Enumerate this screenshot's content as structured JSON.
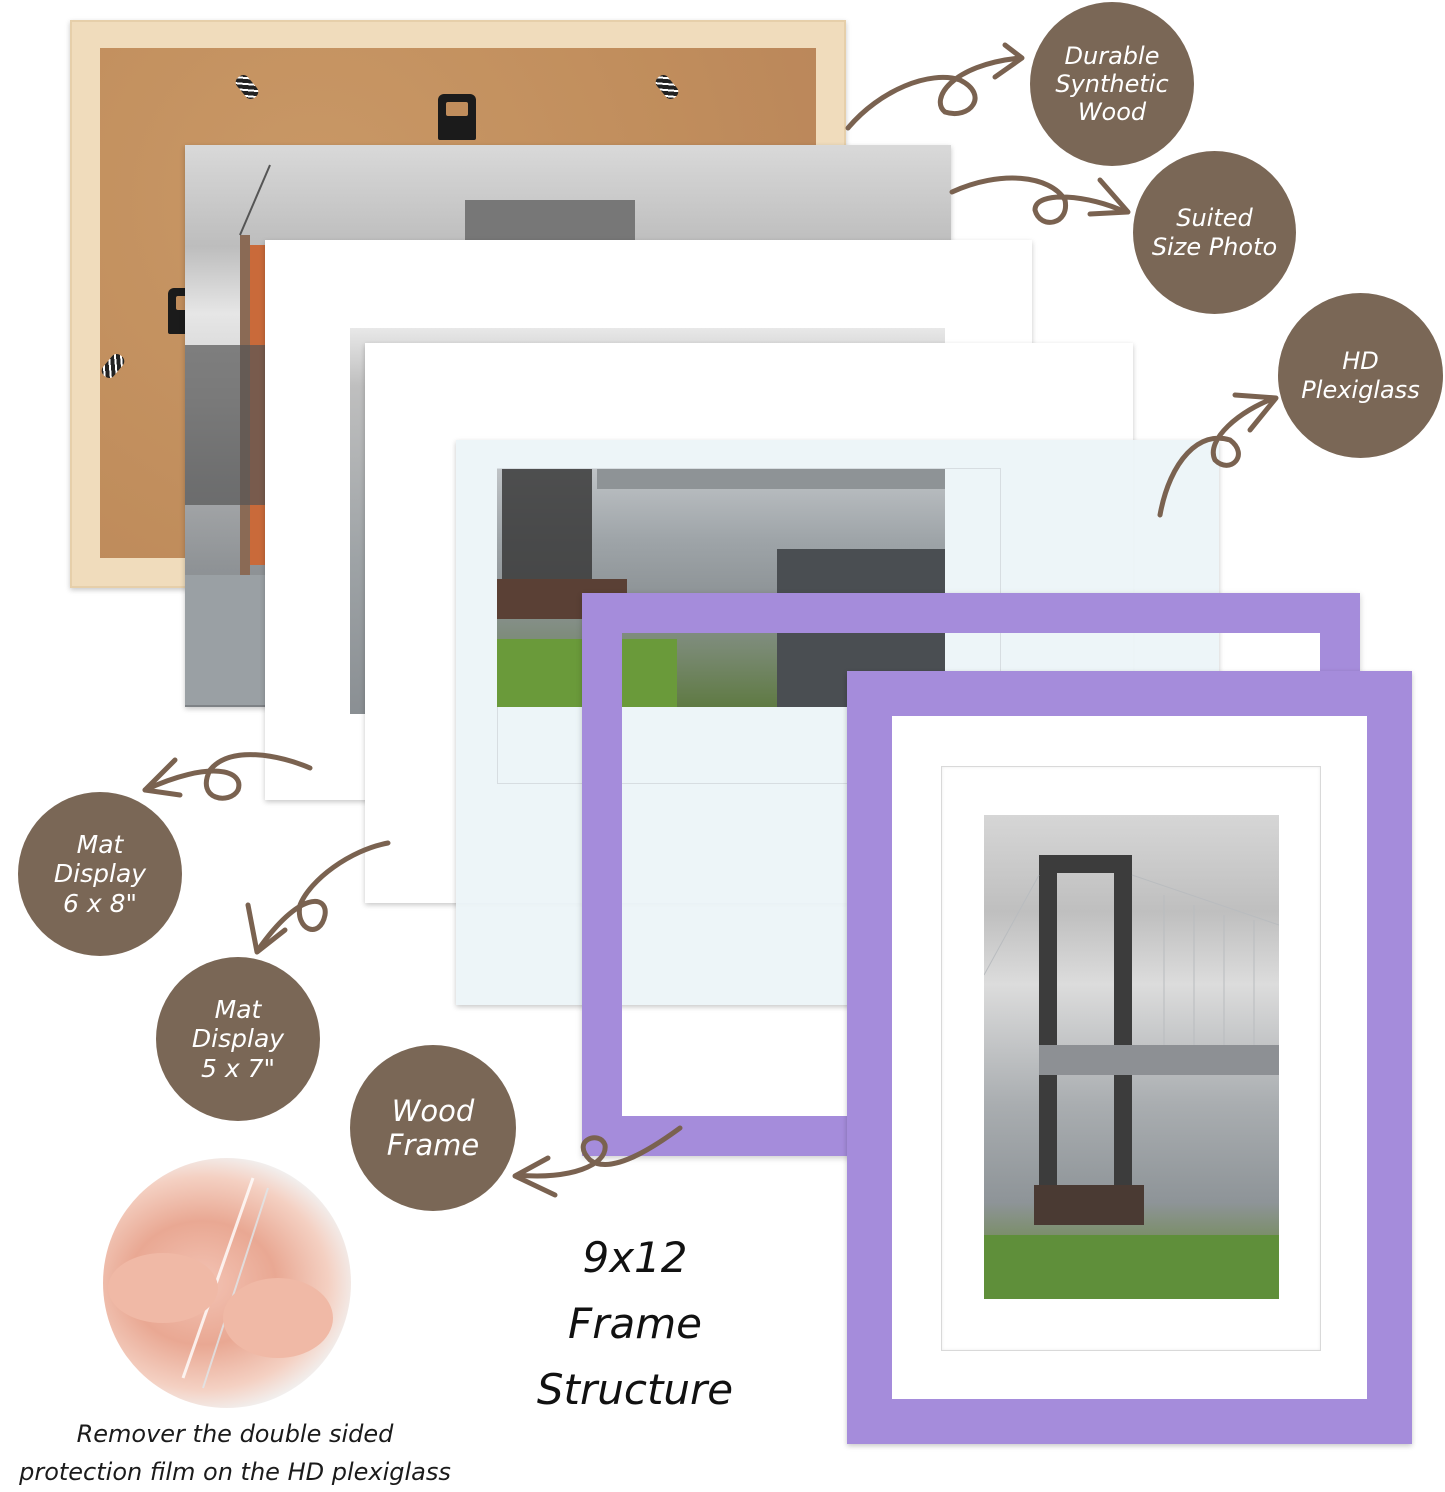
{
  "title": {
    "size": "9x12",
    "line2": "Frame",
    "line3": "Structure"
  },
  "labels": {
    "durable_wood": "Durable\nSynthetic\nWood",
    "suited_photo": "Suited\nSize Photo",
    "hd_plexiglass": "HD\nPlexiglass",
    "mat_6x8": "Mat\nDisplay\n6 x 8\"",
    "mat_5x7": "Mat\nDisplay\n5 x 7\"",
    "wood_frame": "Wood\nFrame"
  },
  "film_note": {
    "line1": "Remover the double sided",
    "line2": "protection film on the HD plexiglass"
  },
  "colors": {
    "badge": "#7a6756",
    "arrow": "#7a6250",
    "frame_purple": "#a58cdb",
    "back_wood": "#f0dcbc",
    "cork": "#c08d5c"
  },
  "layers": [
    {
      "name": "Back board (cork) with synthetic wood frame"
    },
    {
      "name": "Photo"
    },
    {
      "name": "Mat 6 x 8"
    },
    {
      "name": "Mat 5 x 7"
    },
    {
      "name": "HD plexiglass"
    },
    {
      "name": "Wood frame (purple)"
    }
  ]
}
